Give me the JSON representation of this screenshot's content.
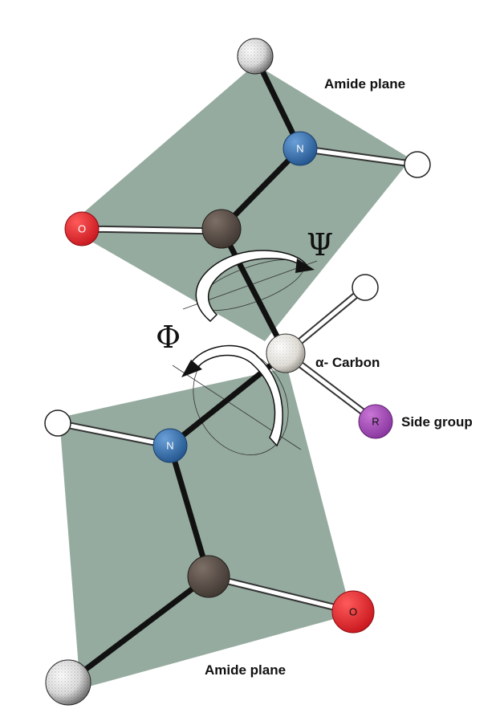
{
  "labels": {
    "amide_plane_top": "Amide plane",
    "amide_plane_bottom": "Amide plane",
    "alpha_carbon": "α- Carbon",
    "side_group": "Side group",
    "psi": "Ψ",
    "phi": "Φ"
  },
  "atom_letters": {
    "nitrogen": "N",
    "oxygen": "O",
    "side_group": "R"
  },
  "colors": {
    "amide_plane": "#8fa69a",
    "bond": "#111111",
    "nitrogen": "#2f6fb3",
    "oxygen": "#e8232b",
    "carbonyl_carbon": "#5a4e47",
    "side_group": "#a64ab5",
    "hydrogen": "#ffffff",
    "alpha_carbon": "#e9e6df",
    "terminal_atom": "#eeeeee"
  }
}
